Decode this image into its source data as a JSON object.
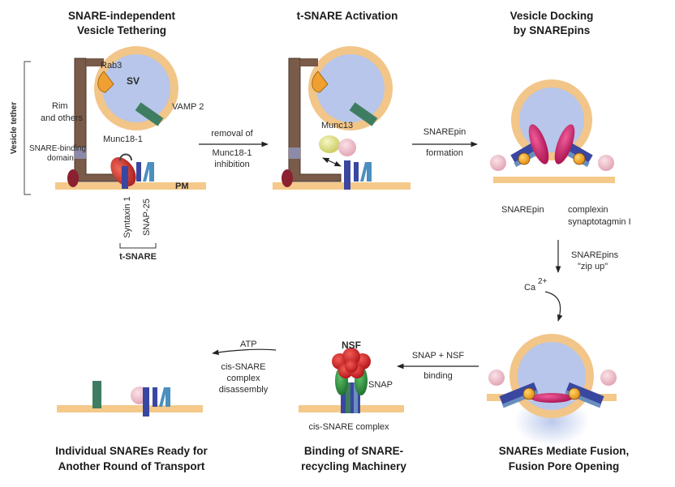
{
  "panels": {
    "tethering": {
      "title_1": "SNARE-independent",
      "title_2": "Vesicle Tethering"
    },
    "activation": {
      "title": "t-SNARE Activation"
    },
    "docking": {
      "title_1": "Vesicle Docking",
      "title_2": "by SNAREpins"
    },
    "fusion": {
      "title_1": "SNAREs Mediate Fusion,",
      "title_2": "Fusion Pore Opening"
    },
    "recycling": {
      "title_1": "Binding of SNARE-",
      "title_2": "recycling Machinery"
    },
    "ready": {
      "title_1": "Individual SNAREs Ready for",
      "title_2": "Another Round of Transport"
    }
  },
  "labels": {
    "vesicle_tether": "Vesicle tether",
    "rab3": "Rab3",
    "sv": "SV",
    "vamp2": "VAMP 2",
    "rim_1": "Rim",
    "rim_2": "and others",
    "munc18": "Munc18-1",
    "snare_binding_1": "SNARE-binding",
    "snare_binding_2": "domain",
    "pm": "PM",
    "syntaxin": "Syntaxin 1",
    "snap25": "SNAP-25",
    "tsnare": "t-SNARE",
    "munc13": "Munc13",
    "snarepin": "SNAREpin",
    "complexin": "complexin",
    "synaptotagmin": "synaptotagmin I",
    "nsf": "NSF",
    "snap": "SNAP",
    "cis_snare": "cis-SNARE complex"
  },
  "arrows": {
    "removal_1": "removal of",
    "removal_2": "Munc18-1",
    "removal_3": "inhibition",
    "snarepin_1": "SNAREpin",
    "snarepin_2": "formation",
    "zip_1": "SNAREpins",
    "zip_2": "\"zip up\"",
    "ca": "Ca",
    "ca_sup": "2+",
    "snapnsf_1": "SNAP + NSF",
    "snapnsf_2": "binding",
    "atp": "ATP",
    "disassembly_1": "cis-SNARE",
    "disassembly_2": "complex",
    "disassembly_3": "disassembly"
  },
  "colors": {
    "membrane": "#f4c98a",
    "vesicle_rim": "#f2c589",
    "vesicle_lumen": "#b7c6ea",
    "tether": "#7a5a48",
    "rab3": "#f0a030",
    "vamp": "#3f7d62",
    "munc18": "#d8453a",
    "syntaxin": "#3a47a0",
    "snap25": "#4a8fc0",
    "munc13": "#e6e79a",
    "complexin": "#f5a623",
    "synaptotagmin": "#d8246e",
    "nsf": "#d8262c",
    "snap_protein": "#2e8a3e",
    "pink_ball": "#f3c2cf",
    "title_dark": "#1a1a1a",
    "tsnare_text": "#3a3f9a",
    "rab3_text": "#e08a3c",
    "vamp_text": "#3f7d62",
    "munc18_text": "#b52020",
    "munc13_text": "#6aa23a",
    "complexin_text": "#e0892a",
    "synaptotagmin_text": "#c0187a",
    "nsf_text": "#d01e22",
    "snap_text": "#2e8a3e",
    "tether_text": "#7a4a2a"
  }
}
